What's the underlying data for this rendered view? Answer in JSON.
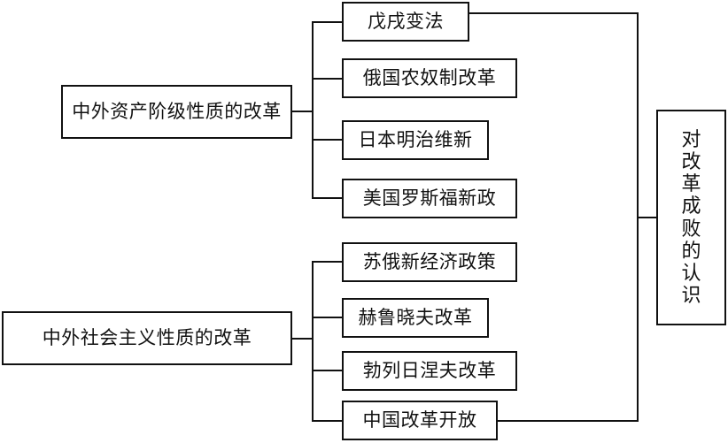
{
  "groups": [
    {
      "label": "中外资产阶级性质的改革",
      "items": [
        "戊戌变法",
        "俄国农奴制改革",
        "日本明治维新",
        "美国罗斯福新政"
      ]
    },
    {
      "label": "中外社会主义性质的改革",
      "items": [
        "苏俄新经济政策",
        "赫鲁晓夫改革",
        "勃列日涅夫改革",
        "中国改革开放"
      ]
    }
  ],
  "summary": {
    "label": "对改革成败的认识"
  },
  "colors": {
    "line": "#111111",
    "background": "#ffffff",
    "text": "#111111"
  }
}
